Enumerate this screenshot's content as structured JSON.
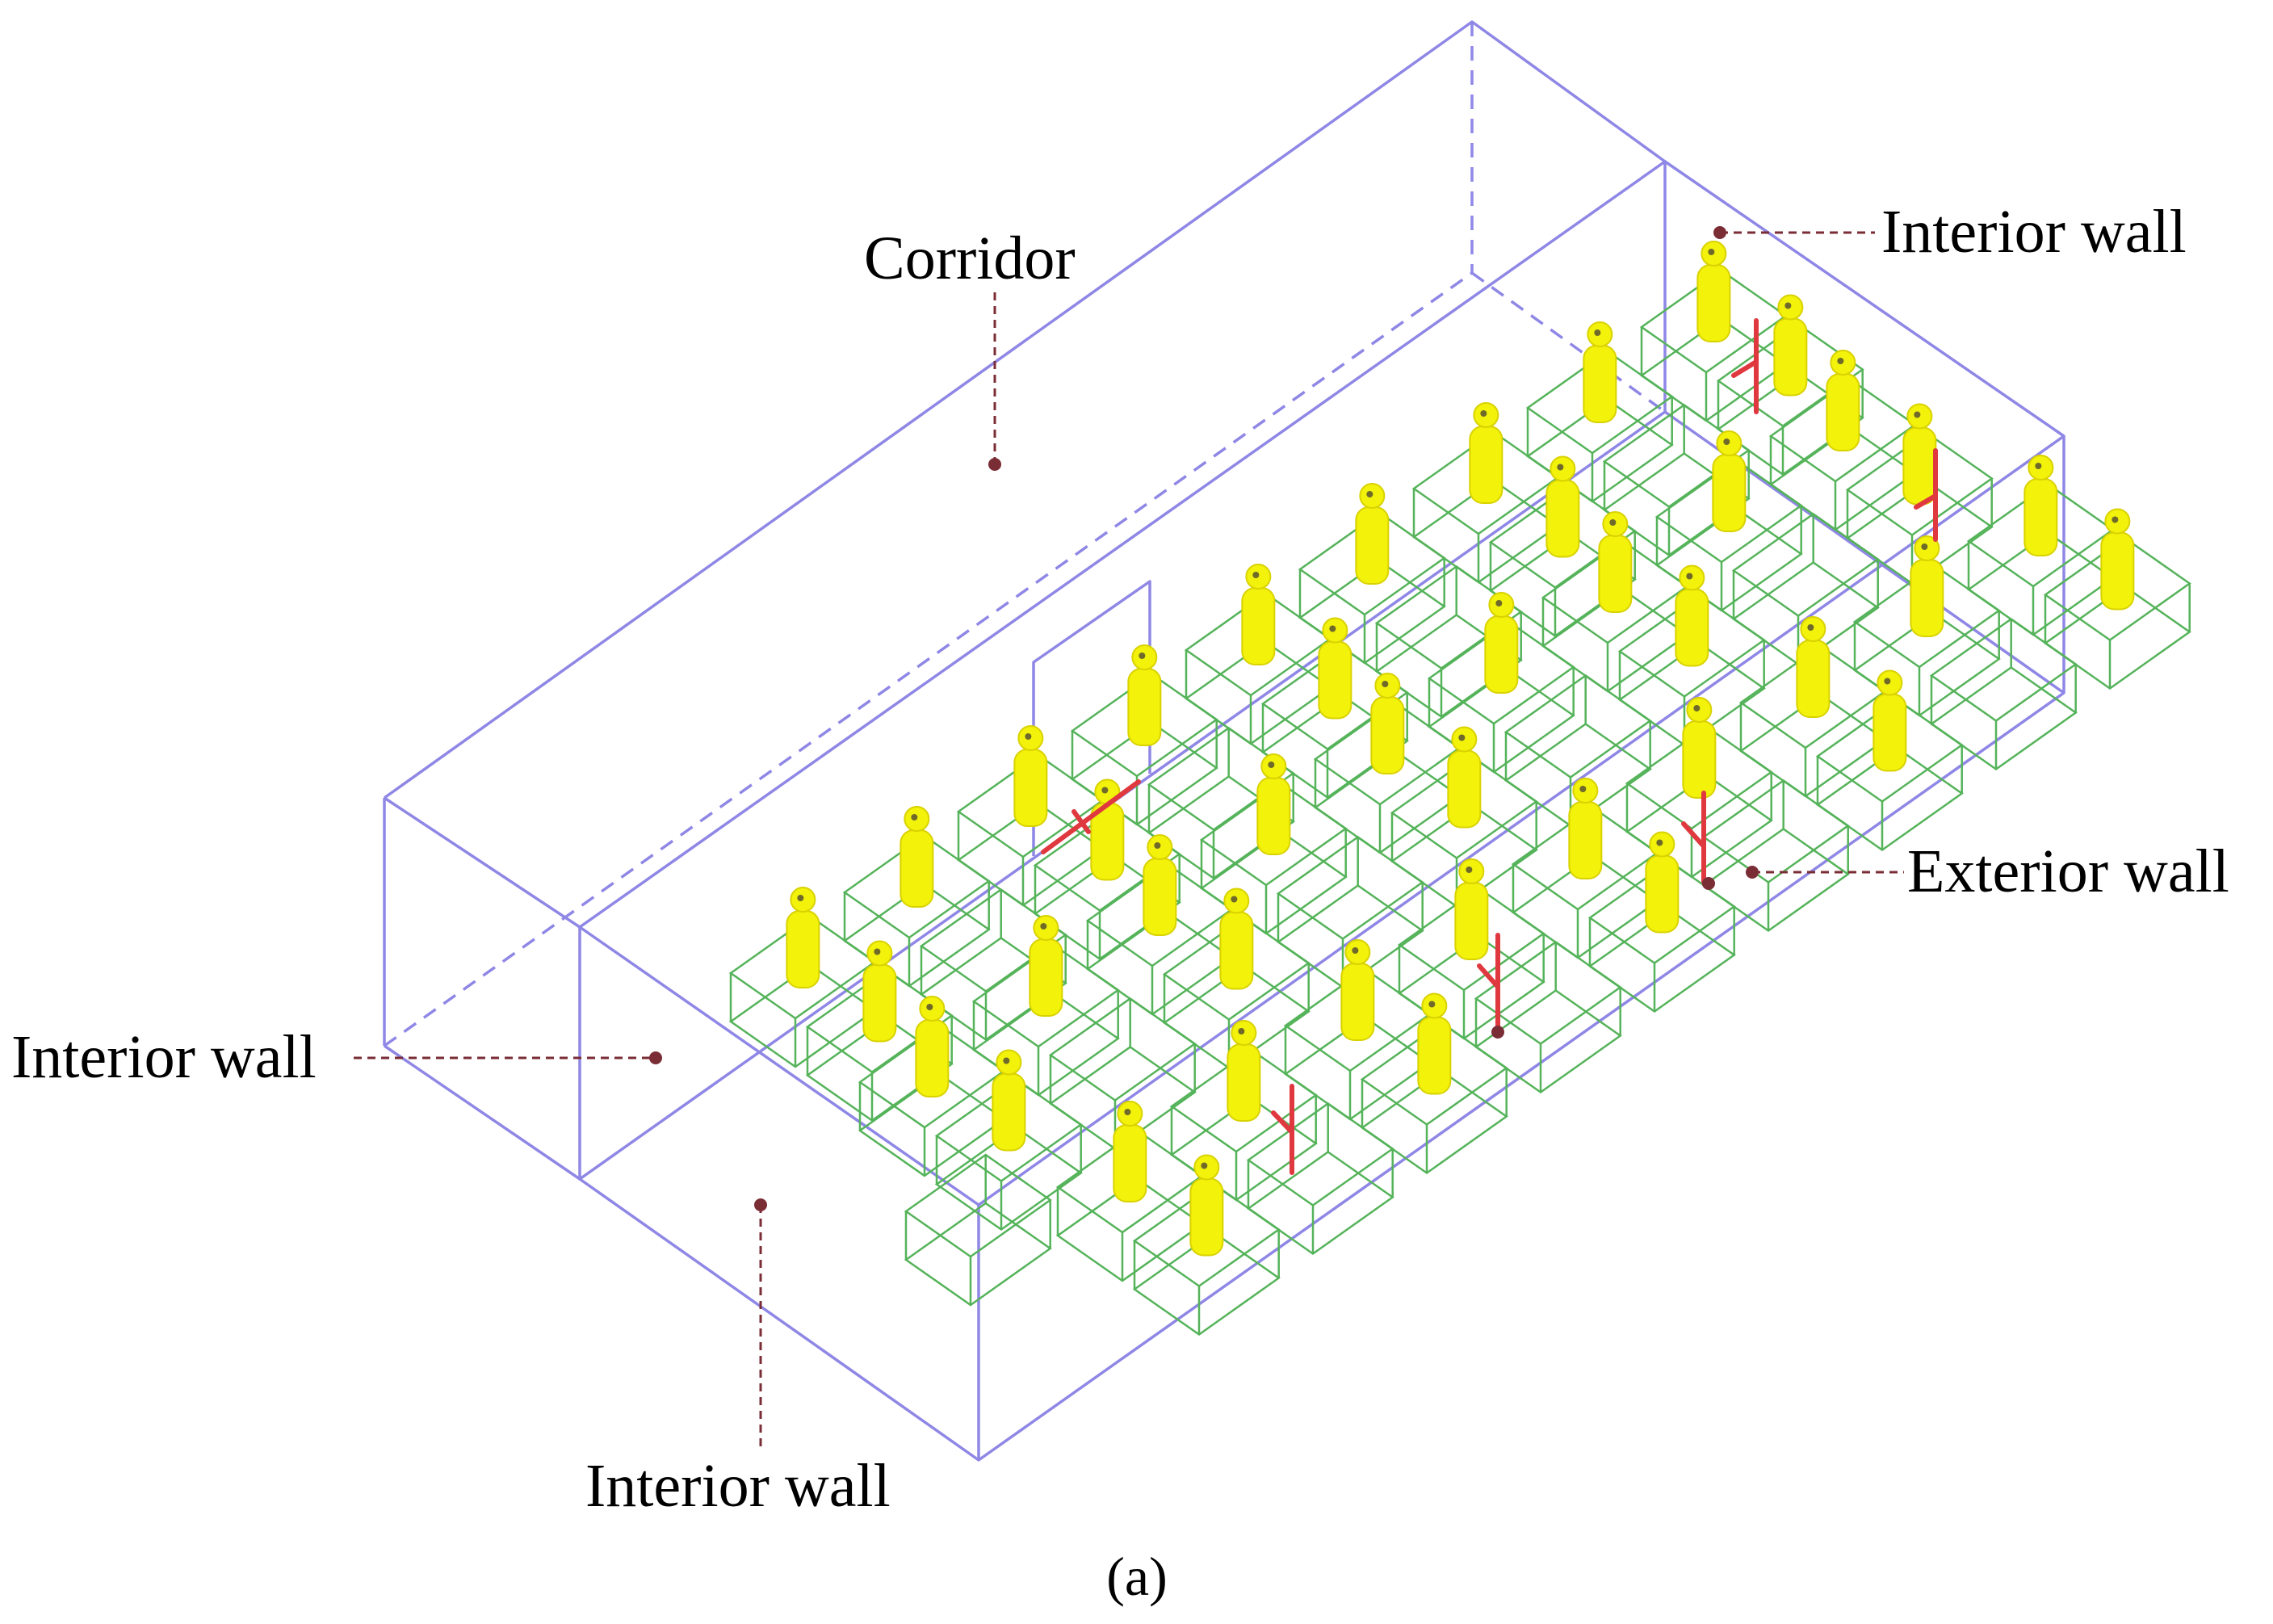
{
  "labels": {
    "corridor": "Corridor",
    "interior_wall_top_right": "Interior wall",
    "exterior_wall": "Exterior wall",
    "interior_wall_left": "Interior wall",
    "interior_wall_bottom": "Interior wall"
  },
  "caption": "(a)",
  "colors": {
    "room_outline": "#8F87E6",
    "desk": "#55B35A",
    "occupant": "#F2F20A",
    "occupant_outline": "#D9D200",
    "sensor": "#E0383F",
    "leader": "#7A2D35"
  }
}
